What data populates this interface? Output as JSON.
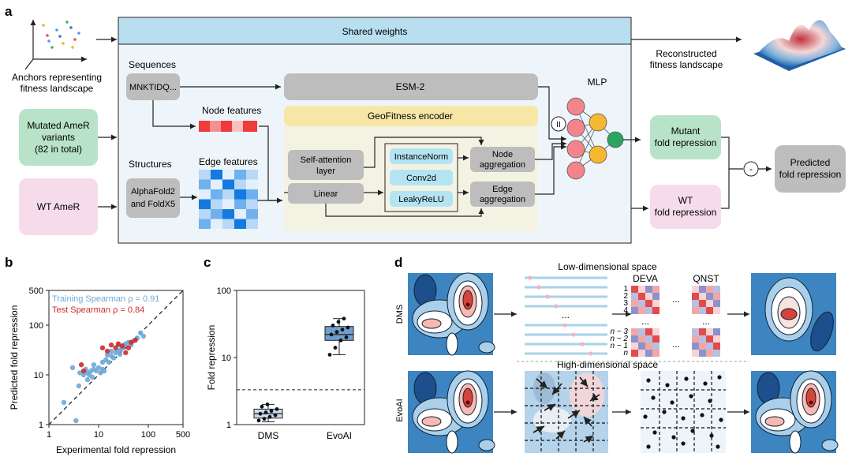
{
  "panel_letters": {
    "a": "a",
    "b": "b",
    "c": "c",
    "d": "d"
  },
  "panel_a": {
    "shared_weights": "Shared weights",
    "anchors_label_1": "Anchors representing",
    "anchors_label_2": "fitness landscape",
    "mutated_1": "Mutated AmeR",
    "mutated_2": "variants",
    "mutated_3": "(82 in total)",
    "wt_ame": "WT AmeR",
    "sequences": "Sequences",
    "seq_value": "MNKTIDQ...",
    "structures": "Structures",
    "alphafold_1": "AlphaFold2",
    "alphafold_2": "and FoldX5",
    "node_features": "Node features",
    "edge_features": "Edge features",
    "esm": "ESM-2",
    "geofitness": "GeoFitness encoder",
    "self_attention_1": "Self-attention",
    "self_attention_2": "layer",
    "linear": "Linear",
    "instancenorm": "InstanceNorm",
    "conv2d": "Conv2d",
    "leakyrelu": "LeakyReLU",
    "node_agg_1": "Node",
    "node_agg_2": "aggregation",
    "edge_agg_1": "Edge",
    "edge_agg_2": "aggregation",
    "concat_symbol": "II",
    "mlp": "MLP",
    "reconstructed_1": "Reconstructed",
    "reconstructed_2": "fitness landscape",
    "mutant_1": "Mutant",
    "mutant_2": "fold repression",
    "wt_fold_1": "WT",
    "wt_fold_2": "fold repression",
    "minus": "-",
    "predicted_1": "Predicted",
    "predicted_2": "fold repression",
    "colors": {
      "green": "#b8e3c8",
      "pink": "#f6dcea",
      "gray": "#bdbdbd",
      "blue_panel": "#b8def0",
      "yellow": "#f7e6a6",
      "cyan": "#b4e4f4"
    }
  },
  "chart_data": [
    {
      "type": "scatter",
      "title": "",
      "xlabel": "Experimental fold repression",
      "ylabel": "Predicted fold repression",
      "x_scale": "log",
      "y_scale": "log",
      "xlim": [
        1,
        500
      ],
      "ylim": [
        1,
        500
      ],
      "x_ticks": [
        1,
        10,
        100,
        500
      ],
      "y_ticks": [
        1,
        10,
        100,
        500
      ],
      "legend_position": "top-left",
      "series": [
        {
          "name": "Training Spearman ρ = 0.91",
          "color": "#6fa8d6",
          "points": [
            [
              2,
              2.8
            ],
            [
              3.5,
              1.2
            ],
            [
              3,
              14
            ],
            [
              4,
              6
            ],
            [
              4.2,
              11
            ],
            [
              5,
              10
            ],
            [
              5.5,
              13
            ],
            [
              6,
              8
            ],
            [
              6.5,
              10
            ],
            [
              7,
              12
            ],
            [
              7.5,
              9
            ],
            [
              8,
              13
            ],
            [
              9,
              12
            ],
            [
              10,
              14
            ],
            [
              11,
              11
            ],
            [
              12,
              13
            ],
            [
              13,
              12
            ],
            [
              14,
              20
            ],
            [
              15,
              25
            ],
            [
              16,
              18
            ],
            [
              18,
              24
            ],
            [
              20,
              22
            ],
            [
              22,
              28
            ],
            [
              25,
              30
            ],
            [
              27,
              26
            ],
            [
              30,
              35
            ],
            [
              32,
              40
            ],
            [
              35,
              42
            ],
            [
              40,
              45
            ],
            [
              45,
              40
            ],
            [
              50,
              48
            ],
            [
              60,
              55
            ],
            [
              70,
              70
            ],
            [
              80,
              60
            ],
            [
              25,
              40
            ],
            [
              18,
              30
            ],
            [
              12,
              18
            ],
            [
              8,
              16
            ],
            [
              6,
              11
            ],
            [
              28,
              32
            ]
          ]
        },
        {
          "name": "Test Spearman ρ = 0.84",
          "color": "#cc2c2c",
          "points": [
            [
              4.5,
              16
            ],
            [
              5,
              12
            ],
            [
              12,
              35
            ],
            [
              15,
              30
            ],
            [
              18,
              40
            ],
            [
              22,
              35
            ],
            [
              25,
              42
            ],
            [
              30,
              38
            ],
            [
              35,
              28
            ],
            [
              40,
              35
            ],
            [
              45,
              45
            ],
            [
              55,
              50
            ]
          ]
        }
      ]
    },
    {
      "type": "box",
      "title": "",
      "xlabel": "",
      "ylabel": "Fold repression",
      "y_scale": "log",
      "ylim": [
        1,
        100
      ],
      "y_ticks": [
        1,
        10,
        100
      ],
      "reference_line": 3.3,
      "categories": [
        "DMS",
        "EvoAI"
      ],
      "boxes": [
        {
          "min": 1.1,
          "q1": 1.25,
          "median": 1.45,
          "q3": 1.7,
          "max": 2.0,
          "points": [
            1.15,
            1.22,
            1.3,
            1.38,
            1.45,
            1.52,
            1.6,
            1.7,
            1.85,
            2.0
          ]
        },
        {
          "min": 11,
          "q1": 18,
          "median": 22,
          "q3": 29,
          "max": 38,
          "points": [
            11,
            14,
            18,
            20,
            22,
            24,
            26,
            28,
            30,
            34,
            38
          ]
        }
      ]
    }
  ],
  "panel_d": {
    "low_dim": "Low-dimensional space",
    "high_dim": "High-dimensional space",
    "dms": "DMS",
    "evoai": "EvoAI",
    "deva": "DEVA",
    "qnst": "QNST",
    "row_labels_top": [
      "1",
      "2",
      "3",
      "4"
    ],
    "row_labels_bottom": [
      "n − 3",
      "n − 2",
      "n − 1",
      "n"
    ],
    "ellipsis": "..."
  }
}
